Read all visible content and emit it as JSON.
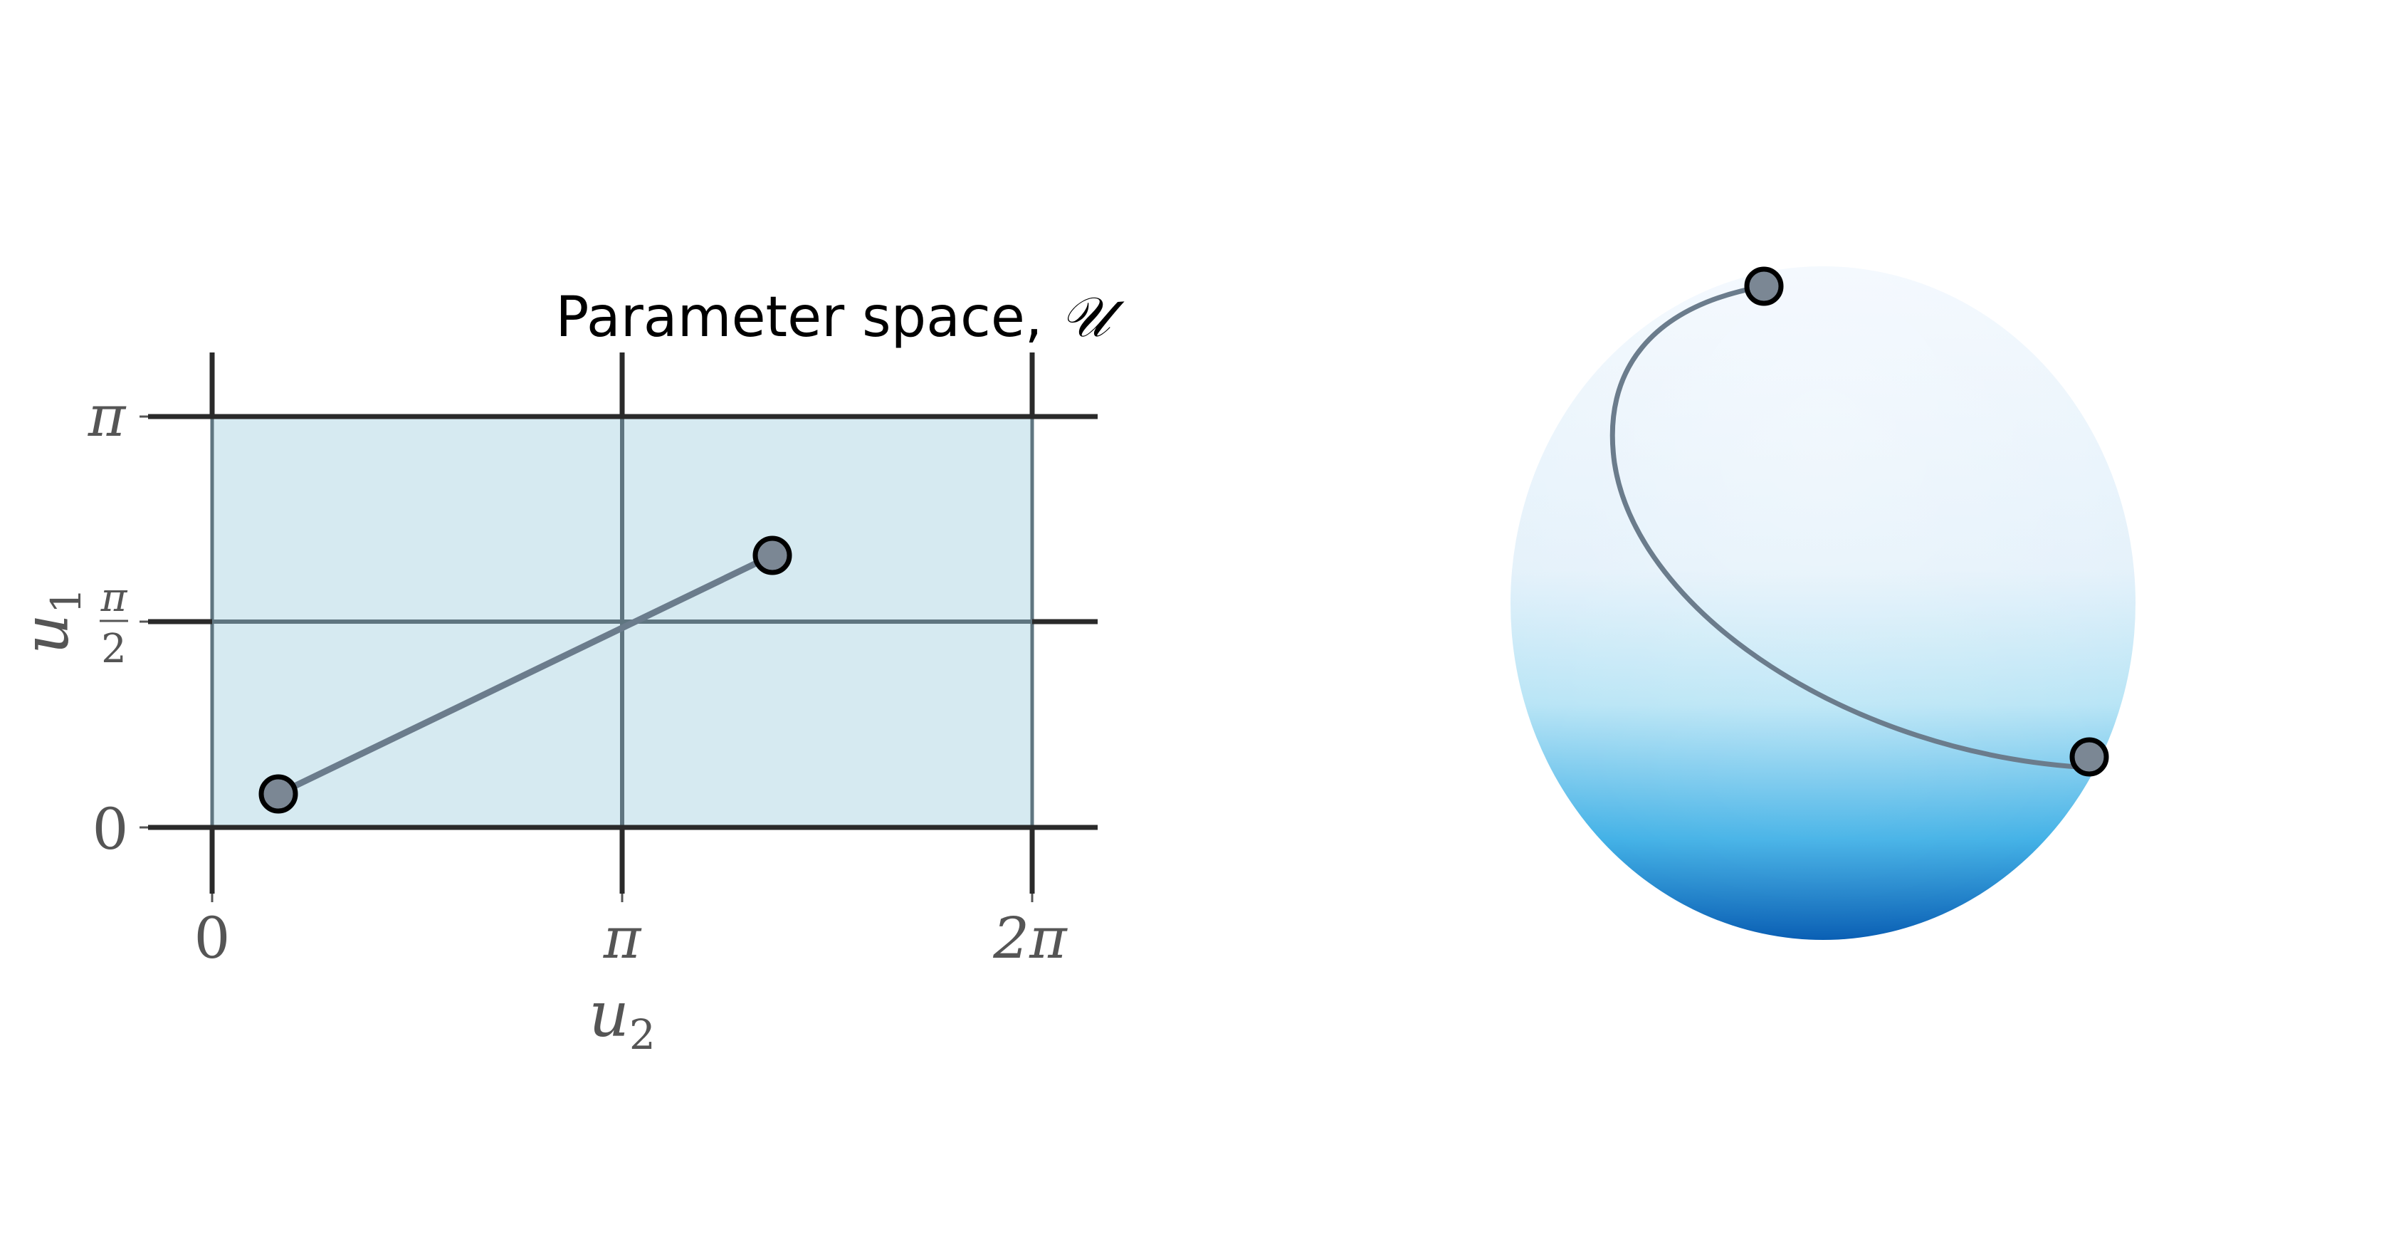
{
  "param_panel": {
    "title_prefix": "Parameter space, ",
    "title_symbol": "𝒰",
    "x_axis_label": "u",
    "x_axis_subscript": "2",
    "y_axis_label": "u",
    "y_axis_subscript": "1",
    "x_ticks": [
      {
        "label": "0",
        "value": 0
      },
      {
        "label": "π",
        "value": 3.1416
      },
      {
        "label": "2π",
        "value": 6.2832
      }
    ],
    "y_ticks": [
      {
        "label": "0",
        "value": 0
      },
      {
        "label": "π",
        "label_denominator": "2",
        "value": 1.5708
      },
      {
        "label": "π",
        "value": 3.1416
      }
    ],
    "domain": {
      "u2": [
        0,
        6.2832
      ],
      "u1": [
        0,
        3.1416
      ]
    },
    "path": {
      "start": {
        "u2": 0.5,
        "u1": 0.26
      },
      "end": {
        "u2": 4.3,
        "u1": 2.06
      }
    }
  },
  "sphere_panel": {
    "point_count": 2
  },
  "colors": {
    "domain_fill": "#d6eaf1",
    "grid_line": "#2a2a2a",
    "inner_grid": "#5f7580",
    "path_line": "#6b7c8c",
    "marker_fill": "#7b8794",
    "marker_edge": "#000000",
    "sphere_top": "#eef5fd",
    "sphere_mid": "#c4ecf8",
    "sphere_bottom": "#0b63b8"
  }
}
